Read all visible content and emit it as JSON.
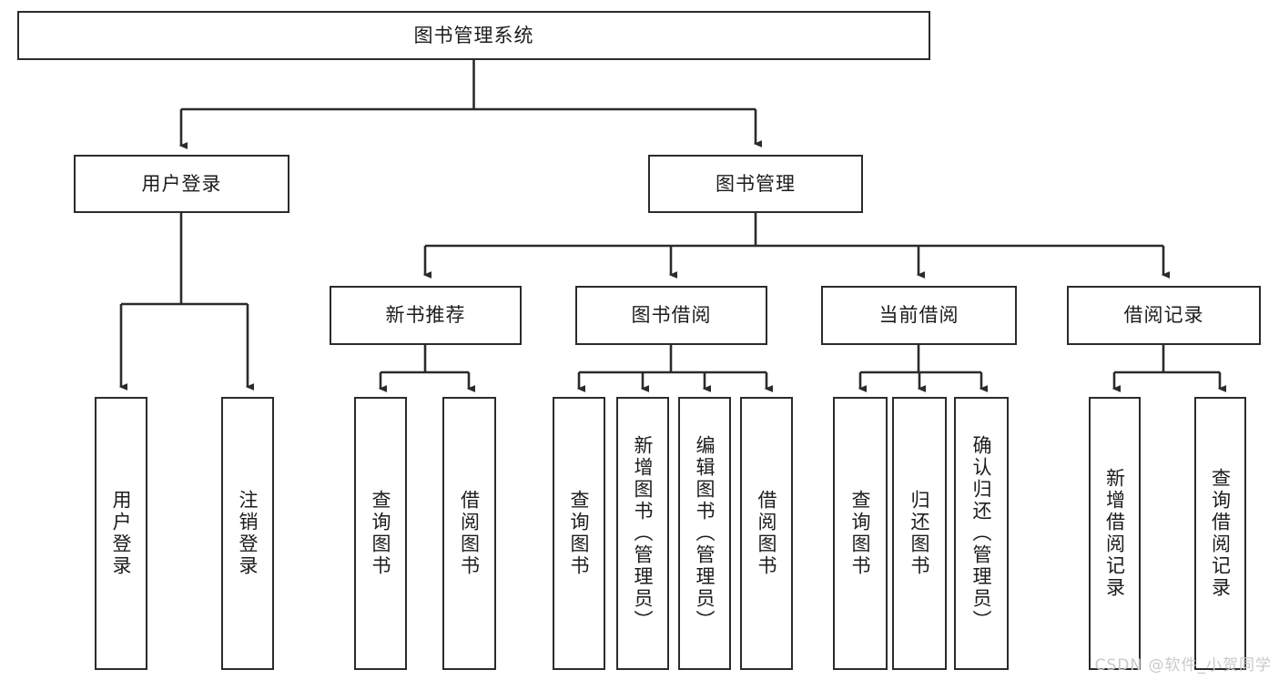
{
  "diagram": {
    "type": "tree-hierarchy-chart",
    "title": "图书管理系统",
    "stroke_color": "#2b2b2b",
    "background_color": "#ffffff",
    "text_color": "#1c1c1c",
    "nodes": {
      "root": {
        "label": "图书管理系统",
        "level": 1
      },
      "l2": [
        {
          "id": "user-login",
          "label": "用户登录"
        },
        {
          "id": "book-manage",
          "label": "图书管理"
        }
      ],
      "l3": [
        {
          "id": "new-book-recommend",
          "label": "新书推荐"
        },
        {
          "id": "book-borrow",
          "label": "图书借阅"
        },
        {
          "id": "current-borrow",
          "label": "当前借阅"
        },
        {
          "id": "borrow-record",
          "label": "借阅记录"
        }
      ],
      "leaves": {
        "user_login": [
          {
            "id": "leaf-user-login",
            "label": "用户登录"
          },
          {
            "id": "leaf-logout-login",
            "label": "注销登录"
          }
        ],
        "new_book_recommend": [
          {
            "id": "leaf-query-book-1",
            "label": "查询图书"
          },
          {
            "id": "leaf-borrow-book-1",
            "label": "借阅图书"
          }
        ],
        "book_borrow": [
          {
            "id": "leaf-query-book-2",
            "label": "查询图书"
          },
          {
            "id": "leaf-add-book",
            "label": "新增图书（管理员）"
          },
          {
            "id": "leaf-edit-book",
            "label": "编辑图书（管理员）"
          },
          {
            "id": "leaf-borrow-book-2",
            "label": "借阅图书"
          }
        ],
        "current_borrow": [
          {
            "id": "leaf-query-book-3",
            "label": "查询图书"
          },
          {
            "id": "leaf-return-book",
            "label": "归还图书"
          },
          {
            "id": "leaf-confirm-return",
            "label": "确认归还（管理员）"
          }
        ],
        "borrow_record": [
          {
            "id": "leaf-add-borrow-record",
            "label": "新增借阅记录"
          },
          {
            "id": "leaf-query-borrow-record",
            "label": "查询借阅记录"
          }
        ]
      }
    }
  },
  "watermark": {
    "text": "CSDN @软件_小贺同学"
  }
}
